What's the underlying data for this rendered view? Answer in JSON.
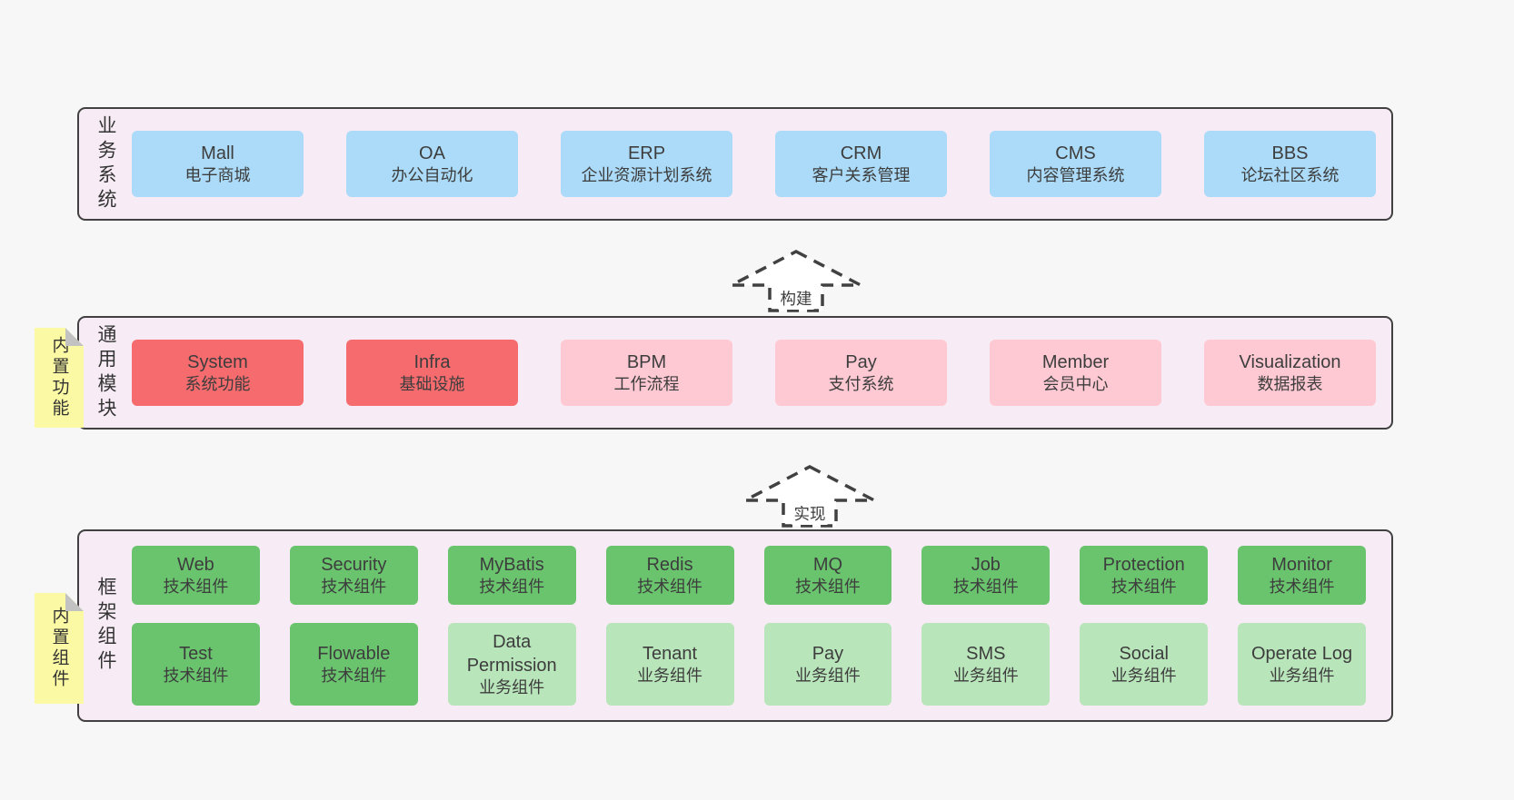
{
  "colors": {
    "page_bg": "#f7f7f7",
    "band_bg": "#f7ecf5",
    "band_border": "#414141",
    "blue": "#abdbf8",
    "red": "#f66b6e",
    "pink": "#fec9d3",
    "green": "#6ac46e",
    "lightgreen": "#b9e5ba",
    "note_yellow": "#fbf9a3",
    "fold_gray": "#c2c2c2"
  },
  "arrows": [
    {
      "label": "构建"
    },
    {
      "label": "实现"
    }
  ],
  "bands": [
    {
      "name": "business-systems",
      "side_label": "业务系统",
      "note": null,
      "columns": 6,
      "rows": [
        [
          {
            "name": "Mall",
            "desc": "电子商城",
            "color": "blue"
          },
          {
            "name": "OA",
            "desc": "办公自动化",
            "color": "blue"
          },
          {
            "name": "ERP",
            "desc": "企业资源计划系统",
            "color": "blue"
          },
          {
            "name": "CRM",
            "desc": "客户关系管理",
            "color": "blue"
          },
          {
            "name": "CMS",
            "desc": "内容管理系统",
            "color": "blue"
          },
          {
            "name": "BBS",
            "desc": "论坛社区系统",
            "color": "blue"
          }
        ]
      ]
    },
    {
      "name": "common-modules",
      "side_label": "通用模块",
      "note": "内置功能",
      "columns": 6,
      "rows": [
        [
          {
            "name": "System",
            "desc": "系统功能",
            "color": "red"
          },
          {
            "name": "Infra",
            "desc": "基础设施",
            "color": "red"
          },
          {
            "name": "BPM",
            "desc": "工作流程",
            "color": "pink"
          },
          {
            "name": "Pay",
            "desc": "支付系统",
            "color": "pink"
          },
          {
            "name": "Member",
            "desc": "会员中心",
            "color": "pink"
          },
          {
            "name": "Visualization",
            "desc": "数据报表",
            "color": "pink"
          }
        ]
      ]
    },
    {
      "name": "framework-components",
      "side_label": "框架组件",
      "note": "内置组件",
      "columns": 8,
      "rows": [
        [
          {
            "name": "Web",
            "desc": "技术组件",
            "color": "green"
          },
          {
            "name": "Security",
            "desc": "技术组件",
            "color": "green"
          },
          {
            "name": "MyBatis",
            "desc": "技术组件",
            "color": "green"
          },
          {
            "name": "Redis",
            "desc": "技术组件",
            "color": "green"
          },
          {
            "name": "MQ",
            "desc": "技术组件",
            "color": "green"
          },
          {
            "name": "Job",
            "desc": "技术组件",
            "color": "green"
          },
          {
            "name": "Protection",
            "desc": "技术组件",
            "color": "green"
          },
          {
            "name": "Monitor",
            "desc": "技术组件",
            "color": "green"
          }
        ],
        [
          {
            "name": "Test",
            "desc": "技术组件",
            "color": "green"
          },
          {
            "name": "Flowable",
            "desc": "技术组件",
            "color": "green"
          },
          {
            "name": "Data Permission",
            "desc": "业务组件",
            "color": "lightgreen"
          },
          {
            "name": "Tenant",
            "desc": "业务组件",
            "color": "lightgreen"
          },
          {
            "name": "Pay",
            "desc": "业务组件",
            "color": "lightgreen"
          },
          {
            "name": "SMS",
            "desc": "业务组件",
            "color": "lightgreen"
          },
          {
            "name": "Social",
            "desc": "业务组件",
            "color": "lightgreen"
          },
          {
            "name": "Operate Log",
            "desc": "业务组件",
            "color": "lightgreen"
          }
        ]
      ]
    }
  ]
}
